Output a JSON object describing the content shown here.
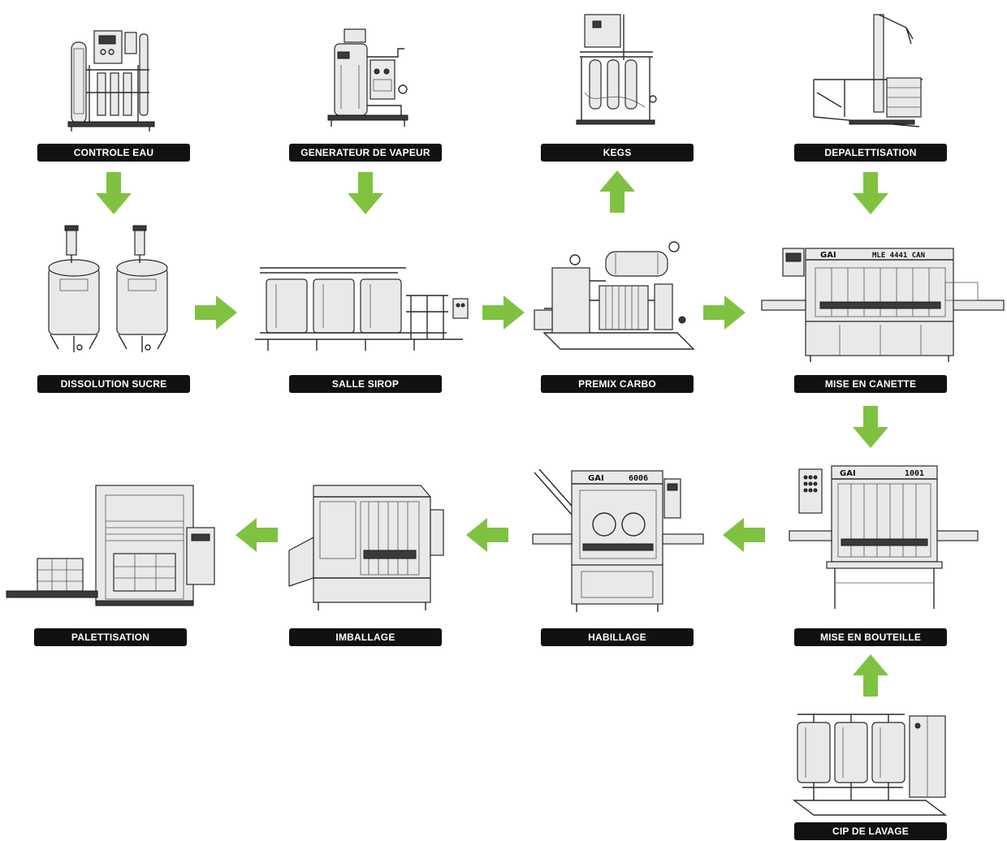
{
  "colors": {
    "arrow": "#7fc241",
    "label_bg": "#111111",
    "label_text": "#ffffff"
  },
  "steps": {
    "controle_eau": "CONTROLE EAU",
    "generateur_vapeur": "GENERATEUR DE VAPEUR",
    "kegs": "KEGS",
    "depalettisation": "DEPALETTISATION",
    "dissolution_sucre": "DISSOLUTION SUCRE",
    "salle_sirop": "SALLE SIROP",
    "premix_carbo": "PREMIX CARBO",
    "mise_en_canette": "MISE EN CANETTE",
    "palettisation": "PALETTISATION",
    "imballage": "IMBALLAGE",
    "habillage": "HABILLAGE",
    "mise_en_bouteille": "MISE EN BOUTEILLE",
    "cip_de_lavage": "CIP DE LAVAGE"
  },
  "machine_text": {
    "canette_brand": "GAI",
    "canette_model": "MLE 4441 CAN",
    "habillage_brand": "GAI",
    "habillage_model": "6006",
    "bouteille_brand": "GAI",
    "bouteille_model": "1001"
  },
  "arrows": [
    {
      "from": "controle_eau",
      "to": "dissolution_sucre",
      "direction": "down"
    },
    {
      "from": "generateur_vapeur",
      "to": "salle_sirop",
      "direction": "down"
    },
    {
      "from": "premix_carbo",
      "to": "kegs",
      "direction": "up"
    },
    {
      "from": "depalettisation",
      "to": "mise_en_canette",
      "direction": "down"
    },
    {
      "from": "dissolution_sucre",
      "to": "salle_sirop",
      "direction": "right"
    },
    {
      "from": "salle_sirop",
      "to": "premix_carbo",
      "direction": "right"
    },
    {
      "from": "premix_carbo",
      "to": "mise_en_canette",
      "direction": "right"
    },
    {
      "from": "mise_en_canette",
      "to": "mise_en_bouteille",
      "direction": "down"
    },
    {
      "from": "mise_en_bouteille",
      "to": "habillage",
      "direction": "left"
    },
    {
      "from": "habillage",
      "to": "imballage",
      "direction": "left"
    },
    {
      "from": "imballage",
      "to": "palettisation",
      "direction": "left"
    },
    {
      "from": "cip_de_lavage",
      "to": "mise_en_bouteille",
      "direction": "up"
    }
  ]
}
